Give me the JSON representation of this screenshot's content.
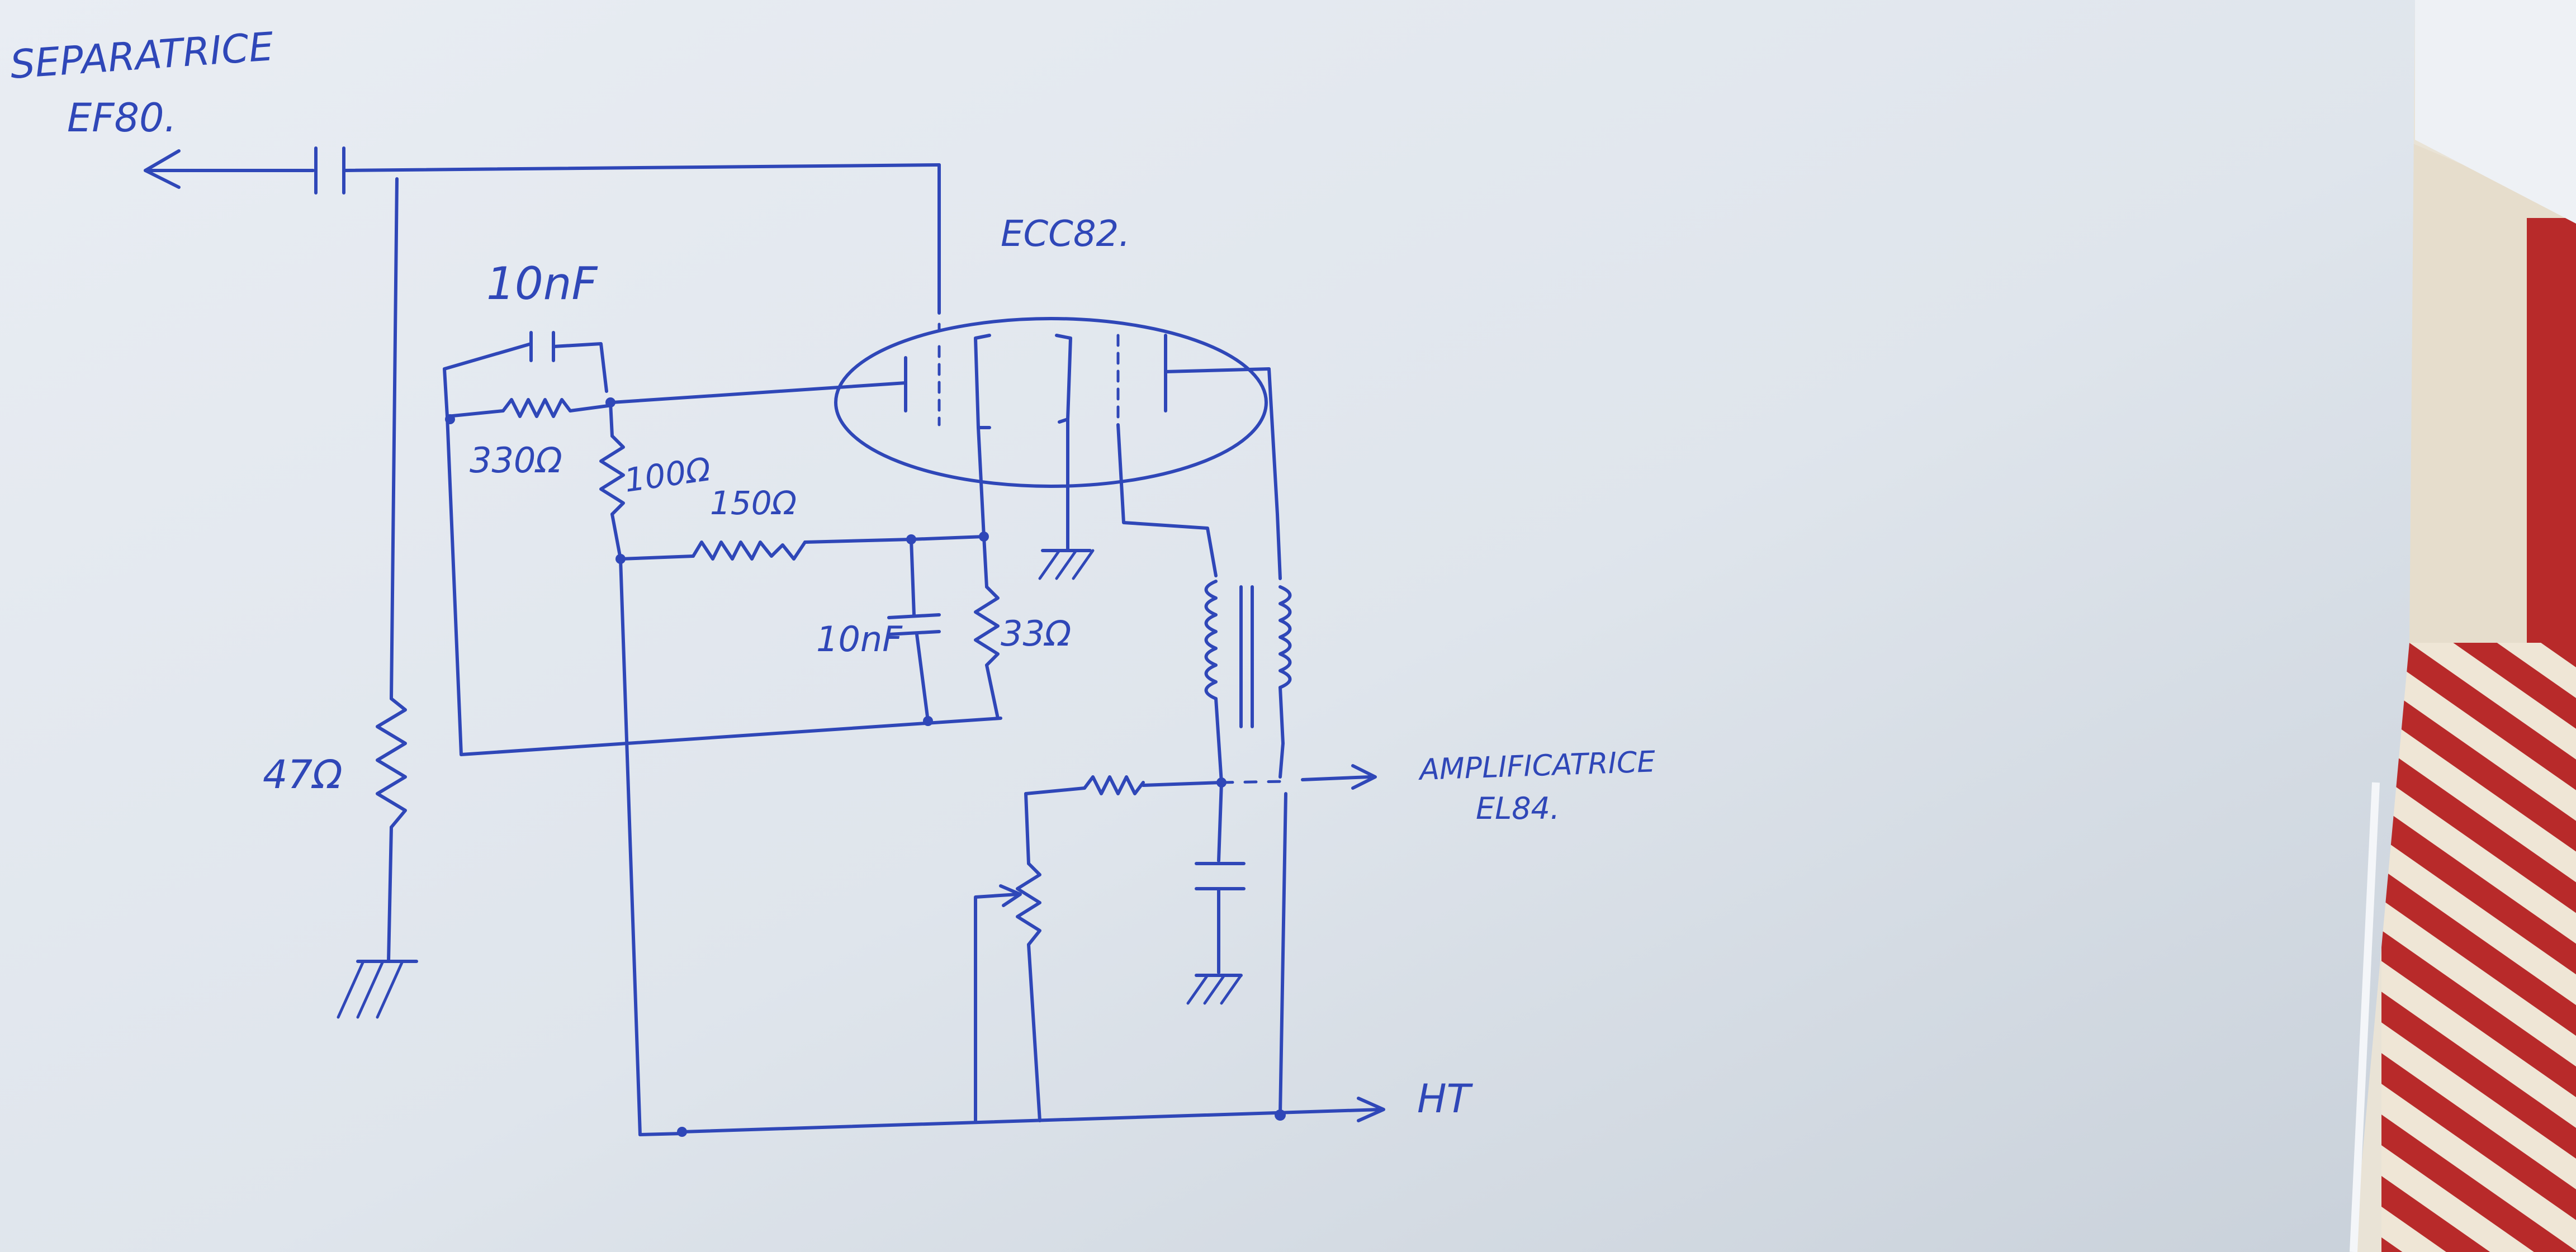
{
  "labels": {
    "separatrice_1": "SEPARATRICE",
    "separatrice_2": "EF80.",
    "tube": "ECC82.",
    "cap_top": "10nF",
    "r330": "330Ω",
    "r100": "100Ω",
    "r150": "150Ω",
    "cap_mid": "10nF",
    "r33": "33Ω",
    "r47": "47Ω",
    "amplificatrice_1": "AMPLIFICATRICE",
    "amplificatrice_2": "EL84.",
    "ht": "HT"
  },
  "colors": {
    "ink": "#2f47b8",
    "paper": "#e8ecf1",
    "stripe_red": "#b82a2a",
    "stripe_cream": "#efe6d6"
  }
}
